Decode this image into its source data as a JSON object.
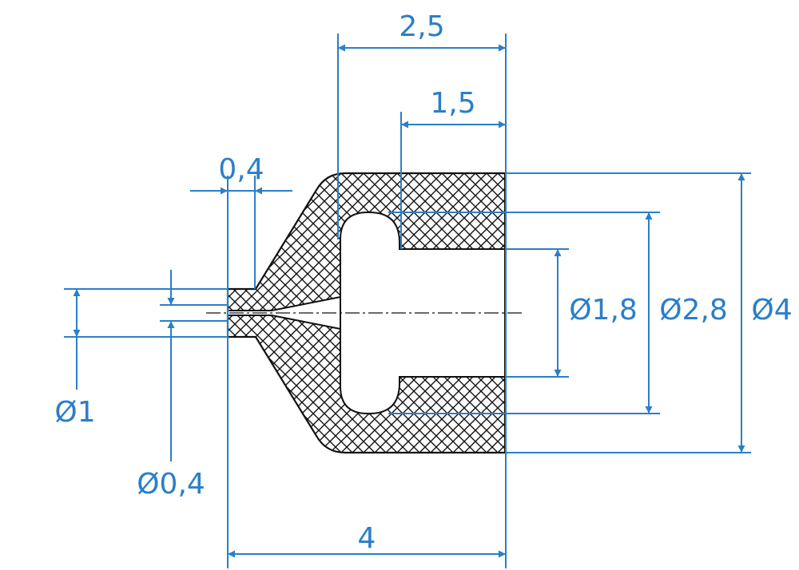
{
  "colors": {
    "dimension": "#2a7fc8",
    "outline": "#111111",
    "hatch": "#111111",
    "background": "#ffffff"
  },
  "dimensions": {
    "top_length": "2,5",
    "bore_depth": "1,5",
    "tip_length": "0,4",
    "total_length": "4",
    "bore_dia": "Ø1,8",
    "chamber_dia": "Ø2,8",
    "outer_dia": "Ø4",
    "tip_outer_dia": "Ø1",
    "orifice_dia": "Ø0,4"
  }
}
